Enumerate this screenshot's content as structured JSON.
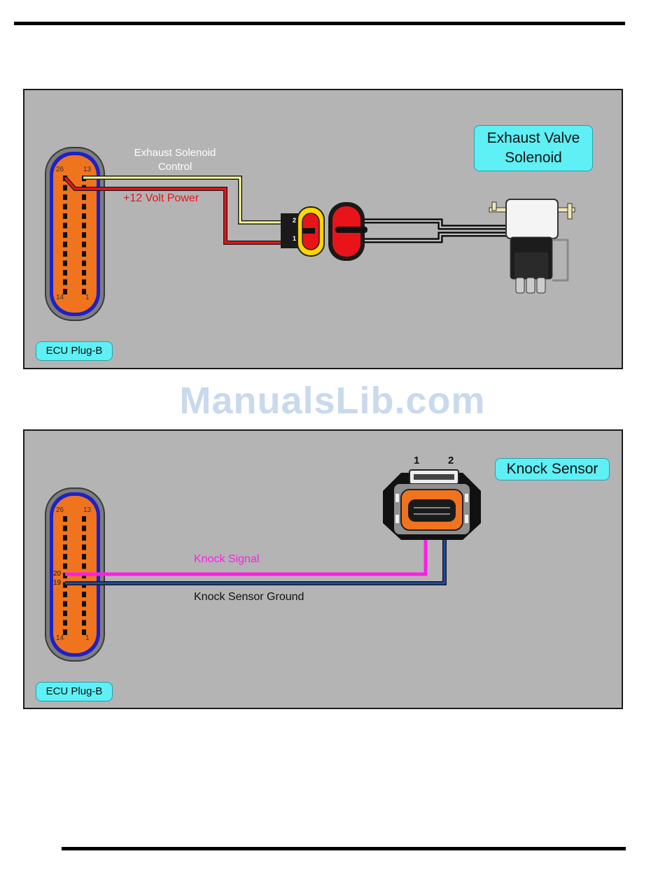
{
  "watermark": "ManualsLib.com",
  "diagram1": {
    "wire_control_label_line1": "Exhaust Solenoid",
    "wire_control_label_line2": "Control",
    "wire_power_label": "+12 Volt Power",
    "component_label_line1": "Exhaust Valve",
    "component_label_line2": "Solenoid",
    "ecu_label": "ECU Plug-B",
    "ecu_pins": {
      "top_left": "26",
      "top_right": "13",
      "bottom_left": "14",
      "bottom_right": "1"
    },
    "connector_pins": {
      "pin_a": "2",
      "pin_b": "1"
    },
    "colors": {
      "control_wire": "#ffff99",
      "power_wire": "#e8141a",
      "ground_wire": "#000000"
    }
  },
  "diagram2": {
    "component_label": "Knock Sensor",
    "sensor_pins": {
      "pin_1": "1",
      "pin_2": "2"
    },
    "wire_signal_label": "Knock Signal",
    "wire_ground_label": "Knock Sensor Ground",
    "ecu_label": "ECU Plug-B",
    "ecu_pins": {
      "top_left": "26",
      "top_right": "13",
      "signal_pin": "20",
      "ground_pin": "19",
      "bottom_left": "14",
      "bottom_right": "1"
    },
    "colors": {
      "signal_wire": "#ff1ee6",
      "ground_wire": "#1f4fa8"
    }
  }
}
